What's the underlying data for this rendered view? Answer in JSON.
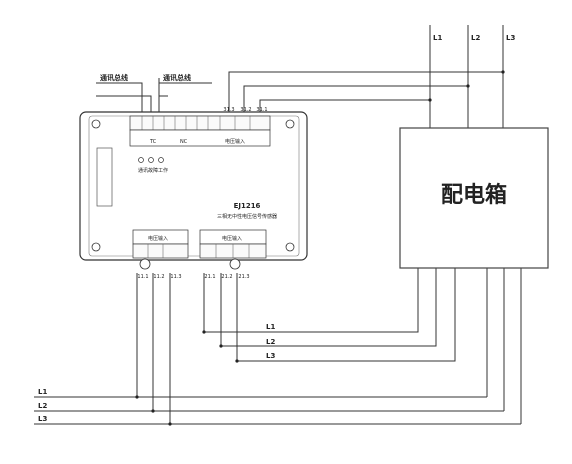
{
  "bus_labels": {
    "top_left": "通讯总线",
    "top_right": "通讯总线"
  },
  "phases_top": [
    "L1",
    "L2",
    "L3"
  ],
  "phases_mid": [
    "L1",
    "L2",
    "L3"
  ],
  "phases_bottom": [
    "L1",
    "L2",
    "L3"
  ],
  "top_terminals": [
    "31.3",
    "31.2",
    "31.1"
  ],
  "bottom_left_terminals": [
    "11.1",
    "11.2",
    "11.3"
  ],
  "bottom_right_terminals": [
    "21.1",
    "21.2",
    "21.3"
  ],
  "distribution_box": "配电箱",
  "device": {
    "model": "EJ1216",
    "subtitle": "三相无中性电压信号传感器",
    "status_leds": [
      "通讯",
      "故障",
      "工作"
    ],
    "top_group1": "TC",
    "top_group2": "NC",
    "top_group3": "电压输入",
    "bottom_group1": "电压输入",
    "bottom_group2": "电压输入"
  }
}
